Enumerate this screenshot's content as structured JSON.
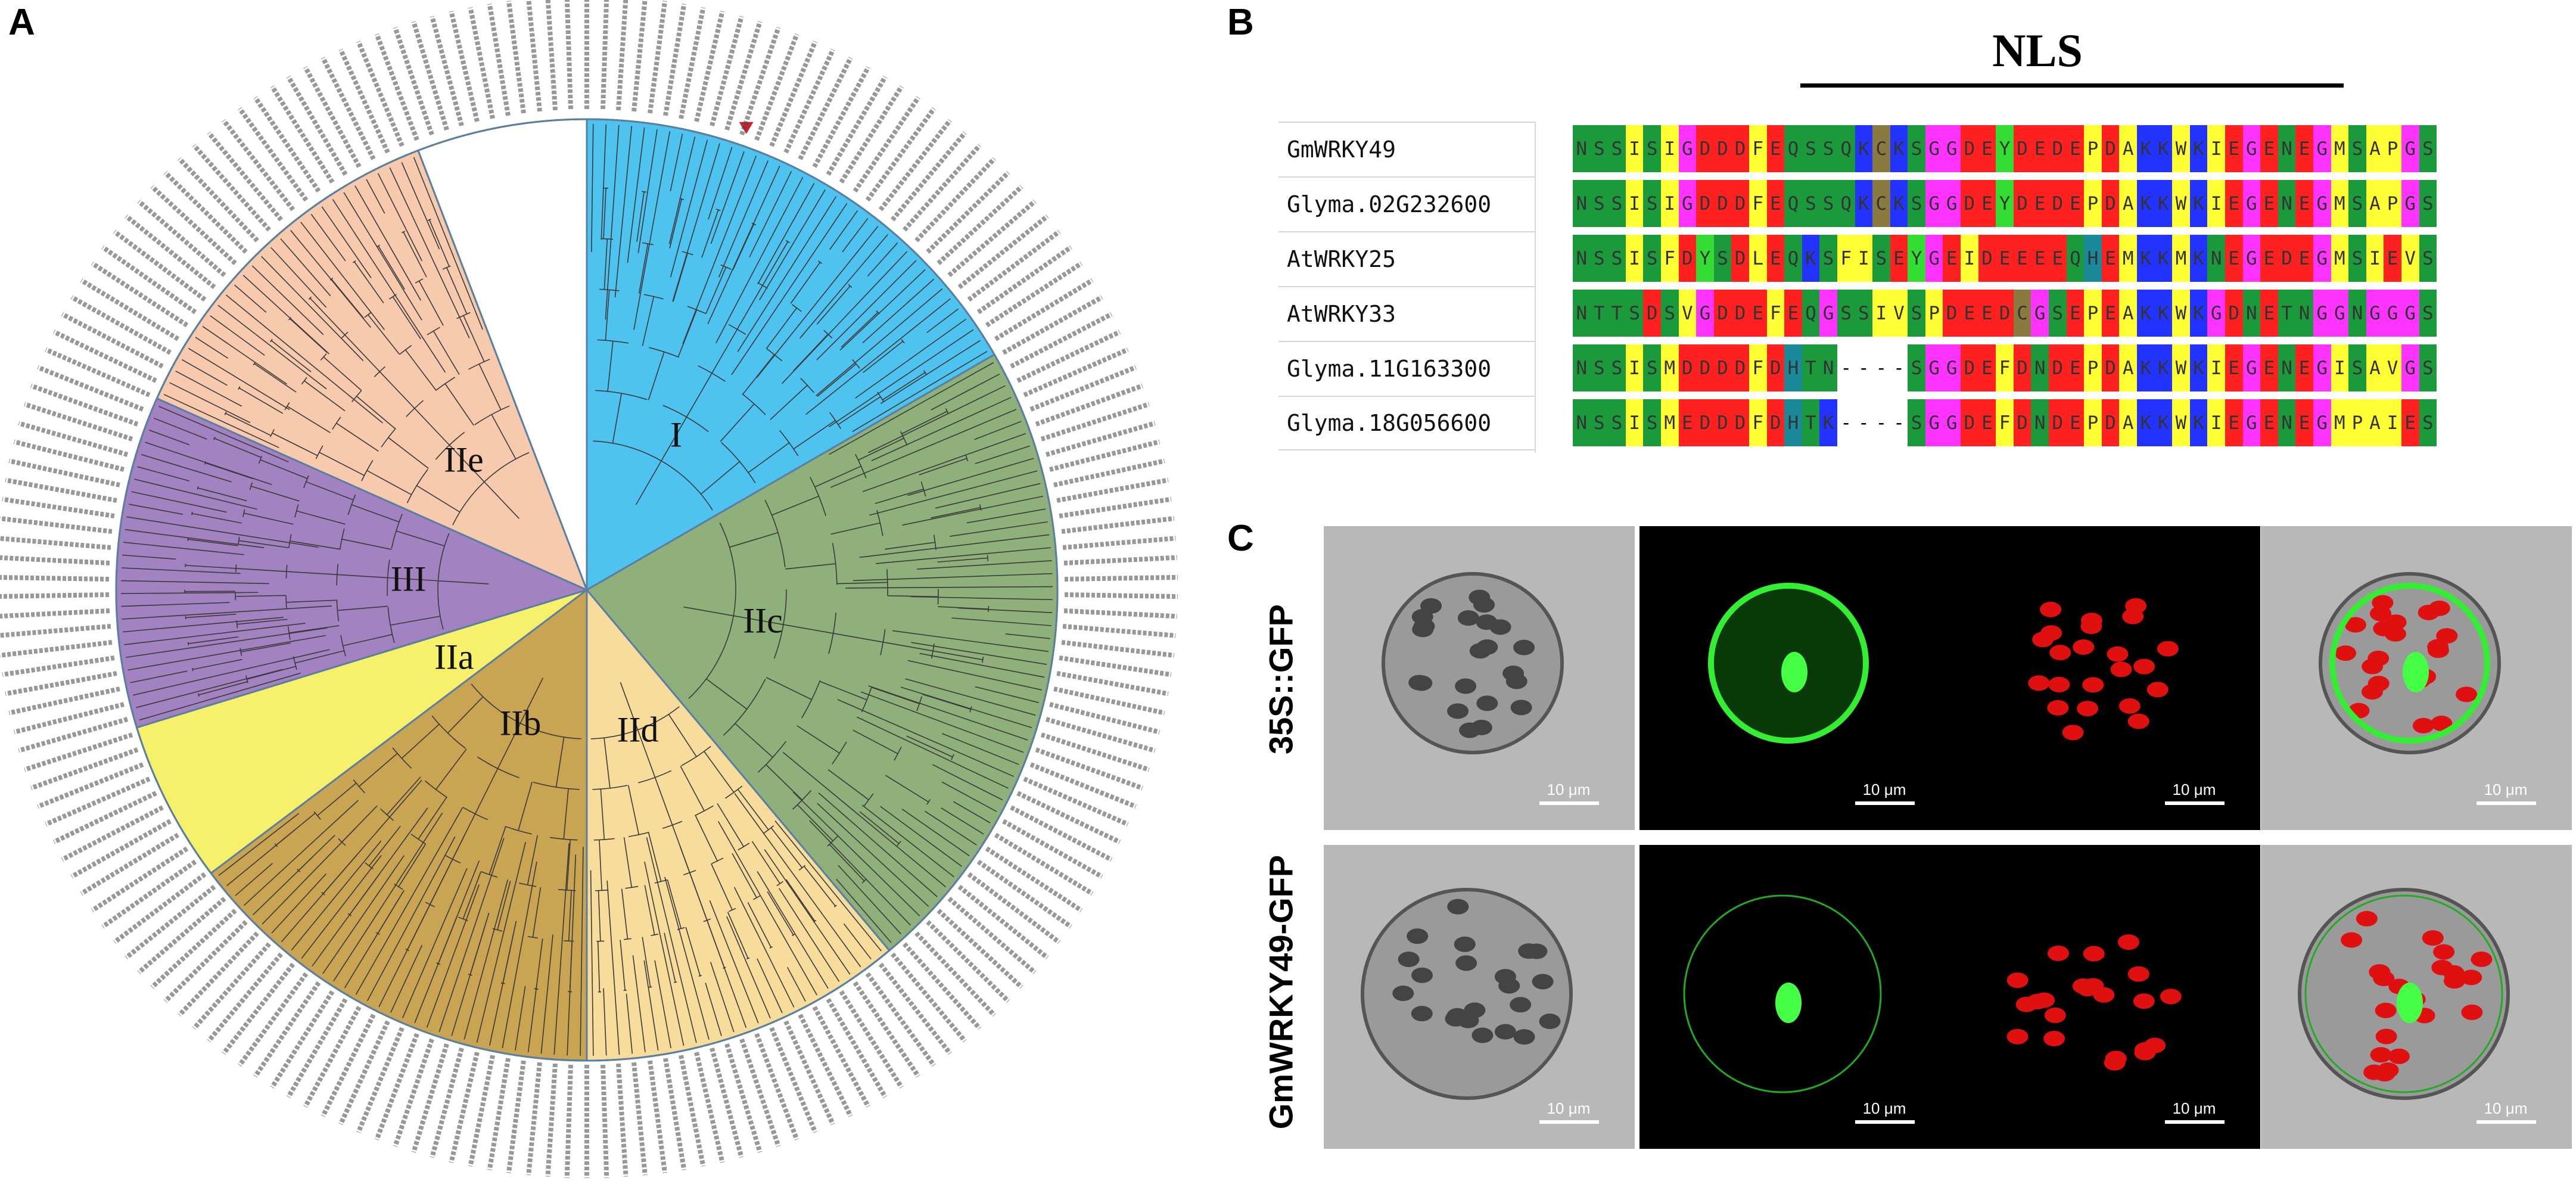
{
  "panel_letters": {
    "a": "A",
    "b": "B",
    "c": "C"
  },
  "tree": {
    "clades": [
      {
        "label": "I",
        "color": "#4fc3f0",
        "from": 0,
        "to": 60
      },
      {
        "label": "IIc",
        "color": "#8fb07a",
        "from": 60,
        "to": 140
      },
      {
        "label": "IId",
        "color": "#f8dc9c",
        "from": 140,
        "to": 180
      },
      {
        "label": "IIb",
        "color": "#c9a452",
        "from": 180,
        "to": 233
      },
      {
        "label": "IIa",
        "color": "#f6f06a",
        "from": 233,
        "to": 253
      },
      {
        "label": "III",
        "color": "#a282c0",
        "from": 253,
        "to": 294
      },
      {
        "label": "IIe",
        "color": "#f7caae",
        "from": 294,
        "to": 339
      },
      {
        "label": "",
        "color": "#ffffff",
        "from": 339,
        "to": 360
      }
    ],
    "highlight_marker_color": "#d0202a"
  },
  "alignment": {
    "motif_label": "NLS",
    "names": [
      "GmWRKY49",
      "Glyma.02G232600",
      "AtWRKY25",
      "AtWRKY33",
      "Glyma.11G163300",
      "Glyma.18G056600"
    ],
    "sequences": [
      "NSSISIGDDDFEQSSQKCKSGGDEYDEDEPDAKKWKIEGENEGMSAPGS",
      "NSSISIGDDDFEQSSQKCKSGGDEYDEDEPDAKKWKIEGENEGMSAPGS",
      "NSSISFDYSDLEQKSFISEYGEIDEEEEQHEMKKMKNEGEDEGMSIEVS",
      "NTTSDSVGDDEFEQGSSIVSPDEEDCGSEPEAKKWKGDNETNGGNGGGS",
      "NSSISMDDDDFDHTN----SGGDEFDNDEPDAKKWKIEGENEGISAVGS",
      "NSSISMEDDDFDHTK----SGGDEFDNDEPDAKKWKIEGENEGMPAIES"
    ],
    "residue_colors": {
      "N": "#1a9a3a",
      "S": "#1a9a3a",
      "T": "#1a9a3a",
      "Q": "#1a9a3a",
      "I": "#ffff33",
      "L": "#ffff33",
      "M": "#ffff33",
      "V": "#ffff33",
      "F": "#ffff33",
      "A": "#ffff33",
      "P": "#ffff33",
      "W": "#ffff33",
      "G": "#ff33ff",
      "D": "#ff2020",
      "E": "#ff2020",
      "K": "#2233ff",
      "R": "#2233ff",
      "H": "#1a8a9a",
      "C": "#8a7a40",
      "Y": "#33dd33",
      "-": "#ffffff"
    }
  },
  "microscopy": {
    "rows": [
      "35S::GFP",
      "GmWRKY49-GFP"
    ],
    "scale_label": "10 μm",
    "channels": [
      "bright",
      "gfp",
      "chloro",
      "merge"
    ]
  }
}
